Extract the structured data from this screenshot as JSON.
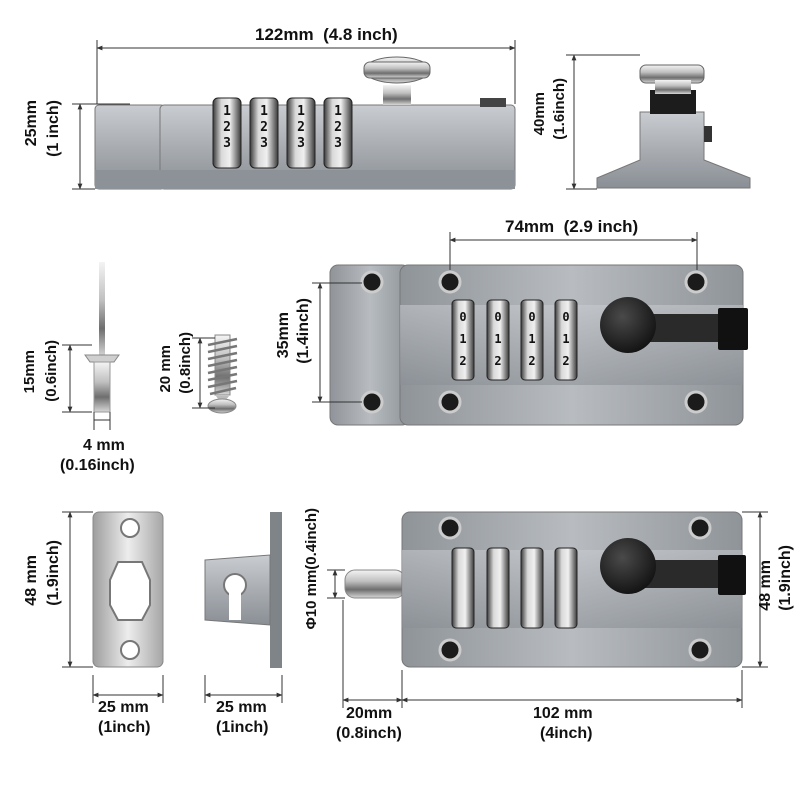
{
  "dimensions": {
    "lock_length": {
      "mm": "122mm",
      "inch": "(4.8 inch)"
    },
    "lock_height": {
      "mm": "25mm",
      "inch": "(1 inch)"
    },
    "side_height": {
      "mm": "40mm",
      "inch": "(1.6inch)"
    },
    "hole_spacing": {
      "mm": "74mm",
      "inch": "(2.9 inch)"
    },
    "body_height": {
      "mm": "35mm",
      "inch": "(1.4inch)"
    },
    "rivet_length": {
      "mm": "15mm",
      "inch": "(0.6inch)"
    },
    "rivet_diameter": {
      "mm": "4 mm",
      "inch": "(0.16inch)"
    },
    "screw_length": {
      "mm": "20 mm",
      "inch": "(0.8inch)"
    },
    "strike_plate_height": {
      "mm": "48 mm",
      "inch": "(1.9inch)"
    },
    "strike_plate_width": {
      "mm": "25 mm",
      "inch": "(1inch)"
    },
    "keeper_width": {
      "mm": "25 mm",
      "inch": "(1inch)"
    },
    "bolt_diameter": {
      "mm": "Φ10 mm",
      "inch": "(0.4inch)"
    },
    "bolt_extension": {
      "mm": "20mm",
      "inch": "(0.8inch)"
    },
    "body_length": {
      "mm": "102 mm",
      "inch": "(4inch)"
    },
    "body_height_right": {
      "mm": "48 mm",
      "inch": "(1.9inch)"
    }
  },
  "dial_digits": {
    "side": [
      "1",
      "2",
      "3"
    ],
    "front": [
      "0",
      "1",
      "2"
    ]
  },
  "colors": {
    "metal": "#a9adb2",
    "metal_dark": "#7e8389",
    "knob": "#1b1b1b",
    "line": "#333333",
    "text": "#111111"
  }
}
